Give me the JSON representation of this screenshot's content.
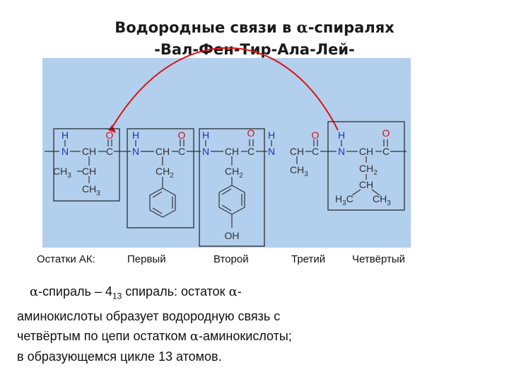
{
  "title": {
    "line1_prefix": "Водородные связи в ",
    "alpha": "α",
    "line1_suffix": "-спиралях",
    "line2": "-Вал-Фен-Тир-Ала-Лей-"
  },
  "structure": {
    "atoms": {
      "H": "H",
      "N": "N",
      "O": "O",
      "C": "C",
      "CH": "CH",
      "OH": "OH",
      "CH3": "CH",
      "CH2": "CH",
      "sub2": "2",
      "sub3": "3",
      "H3C_H": "H",
      "H3C_C": "C"
    }
  },
  "labels": {
    "residues": "Остатки АК:",
    "first": "Первый",
    "second": "Второй",
    "third": "Третий",
    "fourth": "Четвёртый"
  },
  "caption": {
    "alpha": "α",
    "part1": "-спираль – 4",
    "sub": "13",
    "part2": " спираль: остаток ",
    "part3": "-",
    "line2": "аминокислоты образует водородную связь с",
    "line3_a": "четвёртым по цепи остатком ",
    "line3_b": "-аминокислоты;",
    "line4": "в образующемся цикле 13 атомов."
  },
  "colors": {
    "background_panel": "#b2cfee",
    "carbonyl_oxygen": "#d01010",
    "amide_hydrogen": "#1a3aa8",
    "hydrogen_bond_arc": "#dd1111"
  }
}
